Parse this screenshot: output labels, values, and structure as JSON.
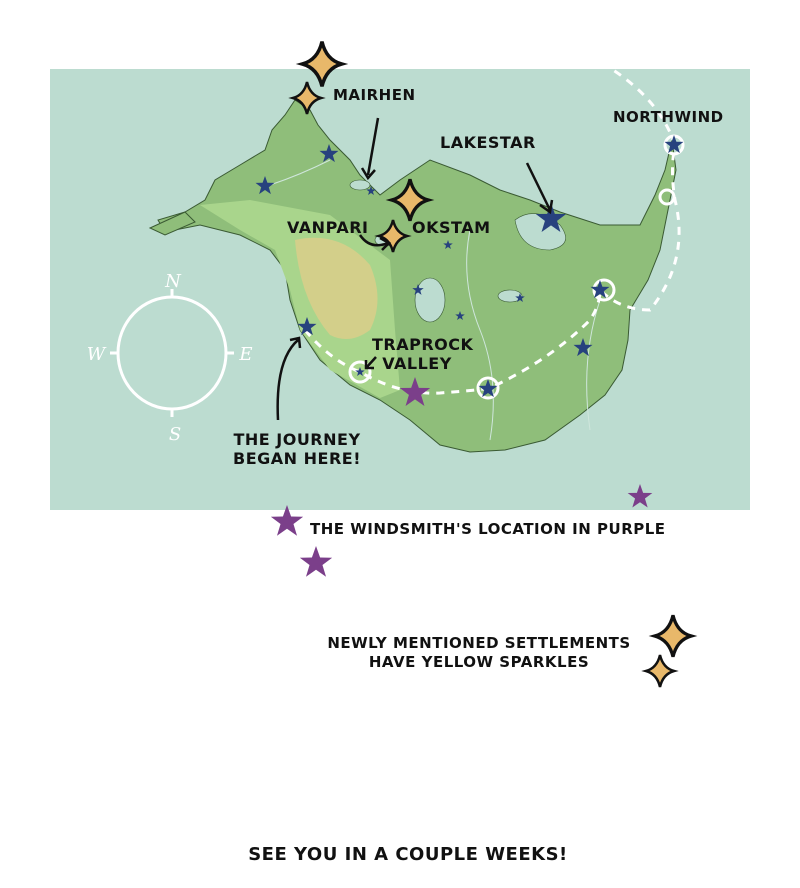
{
  "map": {
    "labels": {
      "mairhen": "MAIRHEN",
      "northwind": "NORTHWIND",
      "lakestar": "LAKESTAR",
      "vanpari": "VANPARI",
      "okstam": "OKSTAM",
      "traprock_1": "TRAPROCK",
      "traprock_2": "VALLEY",
      "journey_1": "THE JOURNEY",
      "journey_2": "BEGAN HERE!"
    },
    "compass": {
      "n": "N",
      "e": "E",
      "s": "S",
      "w": "W"
    },
    "colors": {
      "sea": "#bcdcd0",
      "land": "#8fbe7a",
      "lowland": "#a9d58c",
      "highland": "#d3cf8a",
      "settlement": "#27427e",
      "windsmith": "#7b3f8a",
      "sparkle": "#e8b86a"
    }
  },
  "legend": {
    "windsmith": "THE WINDSMITH'S LOCATION IN PURPLE",
    "sparkles_1": "NEWLY MENTIONED SETTLEMENTS",
    "sparkles_2": "HAVE YELLOW SPARKLES"
  },
  "footer": "SEE YOU IN A COUPLE WEEKS!"
}
